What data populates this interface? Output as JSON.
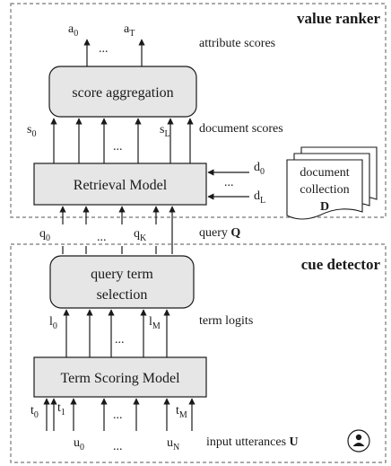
{
  "colors": {
    "box_fill": "#e6e6e6",
    "stroke": "#1a1a1a",
    "dash": "#777777"
  },
  "value_ranker": {
    "title": "value ranker",
    "attr_a0": {
      "base": "a",
      "sub": "0"
    },
    "attr_dots": "...",
    "attr_aT": {
      "base": "a",
      "sub": "T"
    },
    "attribute_scores_label": "attribute scores",
    "score_aggregation": "score aggregation",
    "doc_s0": {
      "base": "s",
      "sub": "0"
    },
    "doc_dots": "...",
    "doc_sL": {
      "base": "s",
      "sub": "L"
    },
    "document_scores_label": "document scores",
    "retrieval_model": "Retrieval Model",
    "d0": {
      "base": "d",
      "sub": "0"
    },
    "d_dots": "...",
    "dL": {
      "base": "d",
      "sub": "L"
    },
    "collection_line1": "document",
    "collection_line2": "collection",
    "collection_symbol": "D"
  },
  "query": {
    "q0": {
      "base": "q",
      "sub": "0"
    },
    "dots": "...",
    "qK": {
      "base": "q",
      "sub": "K"
    },
    "label_text": "query ",
    "label_symbol": "Q"
  },
  "cue_detector": {
    "title": "cue detector",
    "selection_line1": "query term",
    "selection_line2": "selection",
    "l0": {
      "base": "l",
      "sub": "0"
    },
    "l_dots": "...",
    "lM": {
      "base": "l",
      "sub": "M"
    },
    "term_logits_label": "term logits",
    "term_scoring_model": "Term Scoring Model",
    "t0": {
      "base": "t",
      "sub": "0"
    },
    "t1": {
      "base": "t",
      "sub": "1"
    },
    "t_dots": "...",
    "tM": {
      "base": "t",
      "sub": "M"
    },
    "u0": {
      "base": "u",
      "sub": "0"
    },
    "u_dots": "...",
    "uN": {
      "base": "u",
      "sub": "N"
    },
    "input_label_text": "input utterances ",
    "input_label_symbol": "U",
    "user_icon": "user-icon"
  }
}
